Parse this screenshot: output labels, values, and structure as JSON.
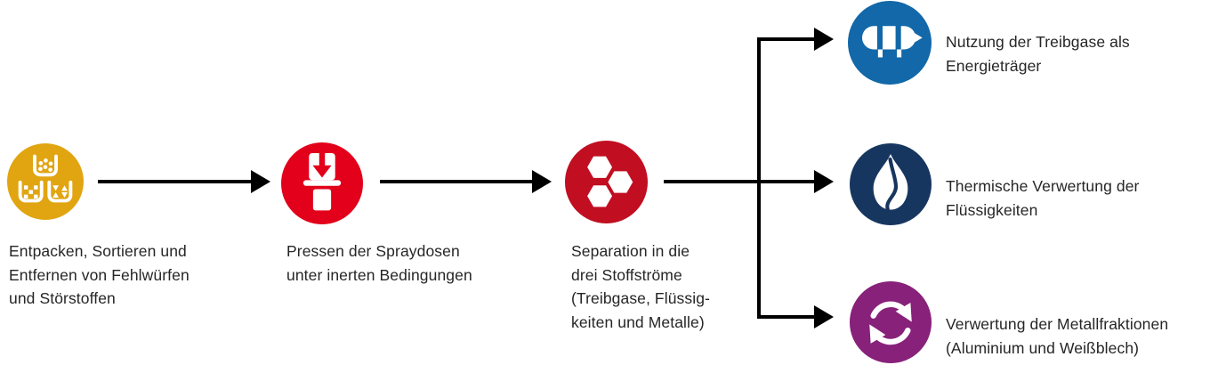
{
  "diagram": {
    "background": "#FFFFFF",
    "arrow_color": "#000000",
    "text_color": "#262626",
    "steps": [
      {
        "label": "Entpacken, Sortieren und\nEntfernen von Fehlwürfen\nund Störstoffen",
        "icon": "sorting-bins-icon",
        "color": "#E1A511"
      },
      {
        "label": "Pressen der Spraydosen\nunter inerten Bedingungen",
        "icon": "press-icon",
        "color": "#E2001A"
      },
      {
        "label": "Separation in die\ndrei Stoffströme\n(Treibgase, Flüssig-\nkeiten und Metalle)",
        "icon": "hexagons-icon",
        "color": "#C10E21"
      }
    ],
    "outputs": [
      {
        "label": "Nutzung der Treibgase als\nEnergieträger",
        "icon": "gas-tank-icon",
        "color": "#1268A8"
      },
      {
        "label": "Thermische Verwertung der\nFlüssigkeiten",
        "icon": "flame-icon",
        "color": "#17365F"
      },
      {
        "label": "Verwertung der Metallfraktionen\n(Aluminium und Weißblech)",
        "icon": "recycle-icon",
        "color": "#87217A"
      }
    ]
  }
}
